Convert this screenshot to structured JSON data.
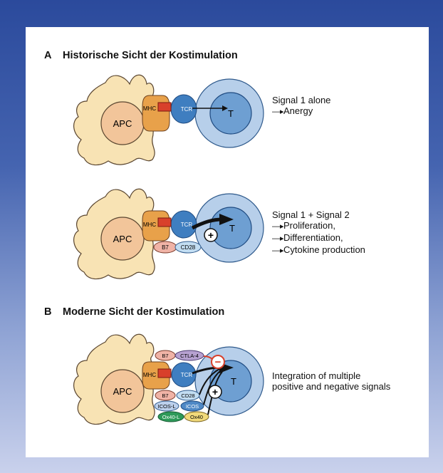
{
  "section_a": {
    "letter": "A",
    "title": "Historische Sicht der Kostimulation",
    "diagram1": {
      "apc": "APC",
      "t": "T",
      "mhc": "MHC",
      "tcr": "TCR",
      "caption_line1": "Signal 1 alone",
      "caption_line2": "Anergy"
    },
    "diagram2": {
      "apc": "APC",
      "t": "T",
      "mhc": "MHC",
      "tcr": "TCR",
      "b7": "B7",
      "cd28": "CD28",
      "plus": "+",
      "caption_line1": "Signal 1 + Signal 2",
      "caption_items": [
        "Proliferation,",
        "Differentiation,",
        "Cytokine production"
      ]
    }
  },
  "section_b": {
    "letter": "B",
    "title": "Moderne Sicht der Kostimulation",
    "diagram3": {
      "apc": "APC",
      "t": "T",
      "mhc": "MHC",
      "tcr": "TCR",
      "b7_top": "B7",
      "ctla4": "CTLA-4",
      "b7": "B7",
      "cd28": "CD28",
      "icosl": "ICOS-L",
      "icos": "ICOS",
      "ox40l": "Ox40-L",
      "ox40": "Ox40",
      "minus": "−",
      "plus": "+",
      "caption_line1": "Integration of multiple",
      "caption_line2": "positive and negative signals"
    }
  },
  "colors": {
    "background_top": "#2b4a9c",
    "apc_fill": "#f8e3b4",
    "mhc_fill": "#e8a14a",
    "tcr_fill": "#3f7ec0",
    "t_outer": "#b7cfea",
    "t_inner": "#6e9fd2",
    "peptide": "#d8402b",
    "b7_fill": "#f0b3a6",
    "cd28_fill": "#c2ddf2",
    "ctla4_fill": "#b6a1d0",
    "icosl_fill": "#bcd0ec",
    "icos_fill": "#4f89c6",
    "ox40l_fill": "#2e9a5a",
    "ox40_fill": "#f1d97a",
    "minus_ring": "#d8402b"
  }
}
